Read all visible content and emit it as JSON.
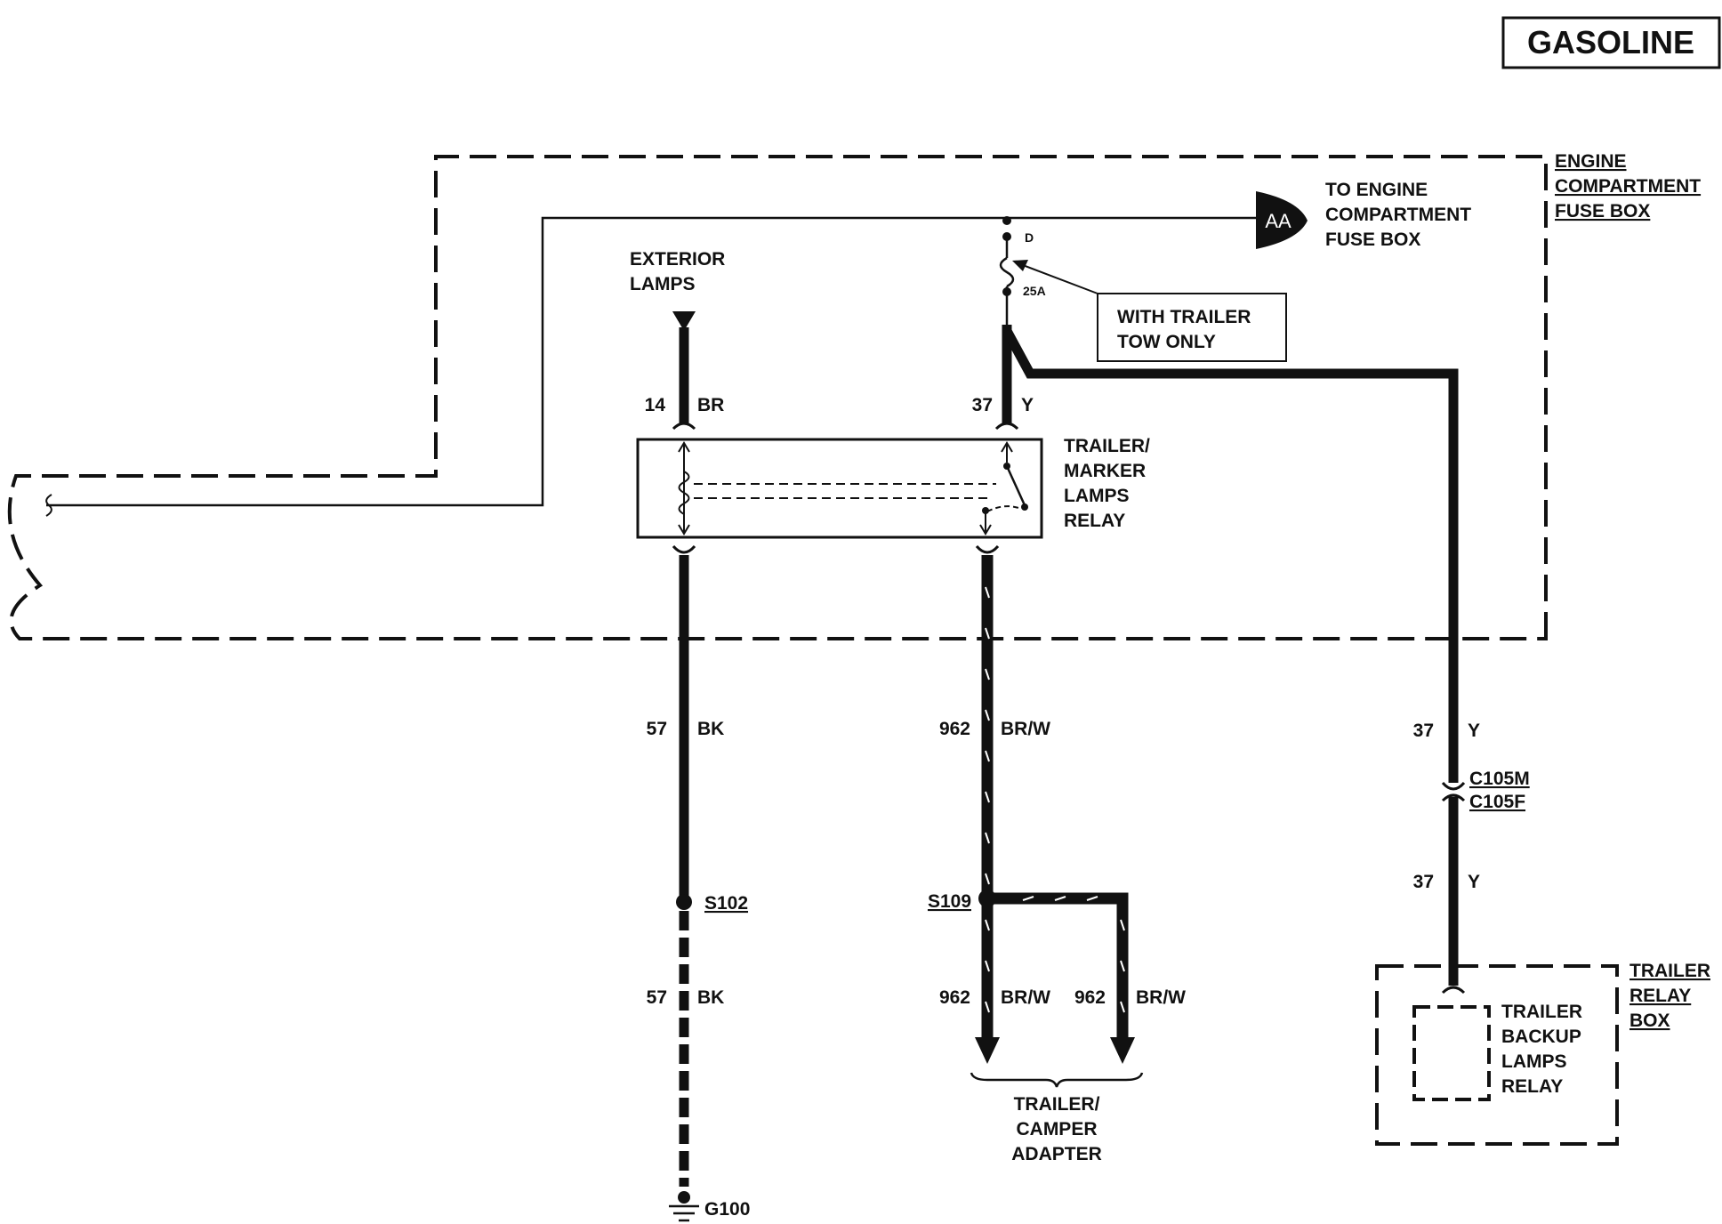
{
  "badge": "GASOLINE",
  "boxes": {
    "engine_fuse_box": [
      "ENGINE",
      "COMPARTMENT",
      "FUSE BOX"
    ],
    "trailer_relay_box": [
      "TRAILER",
      "RELAY",
      "BOX"
    ]
  },
  "components": {
    "to_engine": [
      "TO ENGINE",
      "COMPARTMENT",
      "FUSE BOX"
    ],
    "connector_aa": "AA",
    "exterior_lamps": [
      "EXTERIOR",
      "LAMPS"
    ],
    "fuse_pin": "D",
    "fuse_rating": "25A",
    "trailer_tow_note": [
      "WITH TRAILER",
      "TOW ONLY"
    ],
    "marker_relay": [
      "TRAILER/",
      "MARKER",
      "LAMPS",
      "RELAY"
    ],
    "backup_relay": [
      "TRAILER",
      "BACKUP",
      "LAMPS",
      "RELAY"
    ],
    "adapter": [
      "TRAILER/",
      "CAMPER",
      "ADAPTER"
    ]
  },
  "wires": {
    "w14": {
      "circuit": "14",
      "color": "BR"
    },
    "w37_top": {
      "circuit": "37",
      "color": "Y"
    },
    "w57_upper": {
      "circuit": "57",
      "color": "BK"
    },
    "w57_lower": {
      "circuit": "57",
      "color": "BK"
    },
    "w962_upper": {
      "circuit": "962",
      "color": "BR/W"
    },
    "w962_lower_left": {
      "circuit": "962",
      "color": "BR/W"
    },
    "w962_lower_right": {
      "circuit": "962",
      "color": "BR/W"
    },
    "w37_right_upper": {
      "circuit": "37",
      "color": "Y"
    },
    "w37_right_lower": {
      "circuit": "37",
      "color": "Y"
    }
  },
  "connectors": {
    "c105m": "C105M",
    "c105f": "C105F"
  },
  "splices": {
    "s102": "S102",
    "s109": "S109"
  },
  "ground": "G100"
}
